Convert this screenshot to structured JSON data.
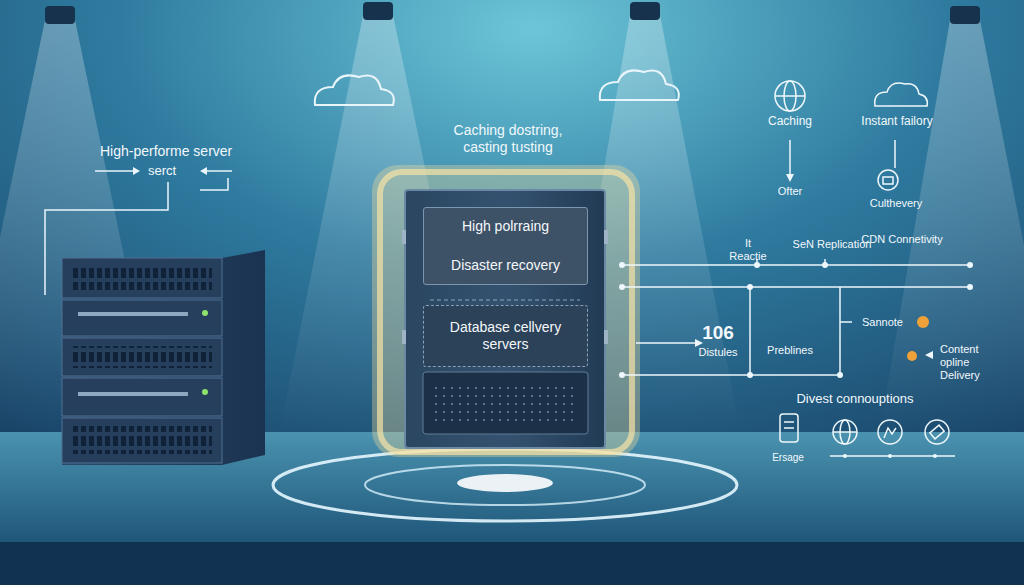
{
  "diagram": {
    "nodes": [
      {
        "text": [
          "High polrraing",
          "Disaster recovery"
        ]
      },
      {
        "text": [
          "Database cellvery servers"
        ]
      }
    ],
    "labels": [
      "High-performe server",
      "serct",
      "Caching dostring, casting tusting",
      "Caching",
      "Instant failory",
      "Ofter",
      "Culthevery",
      "It Reactie",
      "SeN Replication",
      "CDN Connetivity",
      "106",
      "Distules",
      "Preblines",
      "Sannote",
      "Content opline Delivery",
      "Divest connouptions",
      "Ersage"
    ]
  }
}
